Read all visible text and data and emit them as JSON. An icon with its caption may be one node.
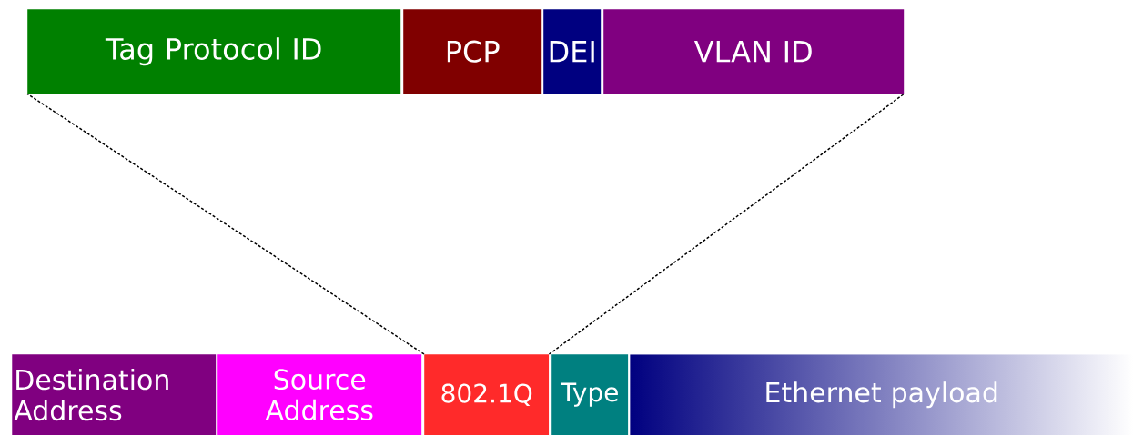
{
  "diagram": {
    "nodes": [
      {
        "text": [
          "Tag Protocol ID"
        ]
      },
      {
        "text": [
          "PCP"
        ]
      },
      {
        "text": [
          "DEI"
        ]
      },
      {
        "text": [
          "VLAN ID"
        ]
      },
      {
        "text": [
          "Destination Address"
        ]
      },
      {
        "text": [
          "Source Address"
        ]
      },
      {
        "text": [
          "802.1Q"
        ]
      },
      {
        "text": [
          "Type"
        ]
      },
      {
        "text": [
          "Ethernet payload"
        ]
      }
    ],
    "edges": [
      {
        "from": 6,
        "to": 0,
        "arrow": "none",
        "style": "dashed"
      },
      {
        "from": 6,
        "to": 3,
        "arrow": "none",
        "style": "dashed"
      }
    ]
  }
}
